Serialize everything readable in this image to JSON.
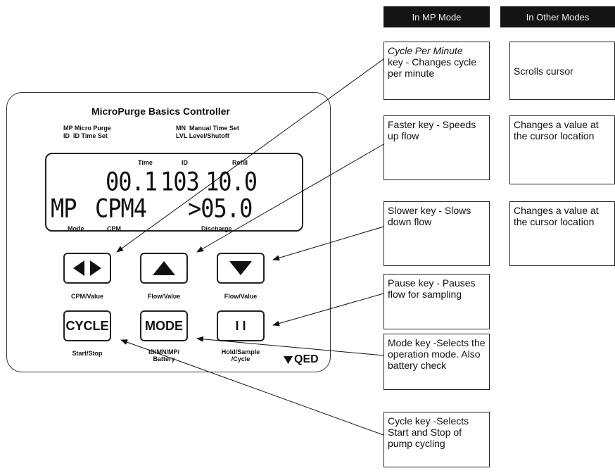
{
  "headers": {
    "mp_mode": "In MP Mode",
    "other_modes": "In Other Modes"
  },
  "controller": {
    "title": "MicroPurge Basics Controller",
    "legend": {
      "mp_abbr": "MP",
      "mp_text": "Micro Purge",
      "id_abbr": "ID",
      "id_text": "ID Time Set",
      "mn_abbr": "MN",
      "mn_text": "Manual Time Set",
      "lvl_abbr": "LVL",
      "lvl_text": "Level/Shutoff"
    },
    "display": {
      "label_time": "Time",
      "label_id": "ID",
      "label_refill": "Refill",
      "time_value": "00.1",
      "id_value": "103",
      "refill_value": "10.0",
      "mode_value": "MP",
      "cpm_value": "CPM4",
      "discharge_value": ">05.0",
      "label_mode": "Mode",
      "label_cpm": "CPM",
      "label_discharge": "Discharge"
    },
    "keys": {
      "cpm_label": "CPM/Value",
      "faster_label": "Flow/Value",
      "slower_label": "Flow/Value",
      "cycle_text": "CYCLE",
      "cycle_label": "Start/Stop",
      "mode_text": "MODE",
      "mode_label_1": "ID/MN/MP/",
      "mode_label_2": "Battery",
      "pause_text": "I I",
      "pause_label_1": "Hold/Sample",
      "pause_label_2": "/Cycle"
    },
    "logo": "QED"
  },
  "mp_callouts": {
    "cpm_lead": "Cycle Per Minute",
    "cpm_rest": "key - Changes cycle per minute",
    "faster": "Faster key - Speeds up flow",
    "slower": "Slower key - Slows down flow",
    "pause": "Pause key - Pauses flow for sampling",
    "mode": "Mode key -Selects the  operation mode. Also battery check",
    "cycle": "Cycle key -Selects Start and Stop of pump cycling"
  },
  "other_callouts": {
    "cpm": "Scrolls cursor",
    "faster": "Changes a value at the cursor location",
    "slower": "Changes a value at the cursor location"
  },
  "icons": {
    "left_right": "left-right-arrows-icon",
    "up": "up-triangle-icon",
    "down": "down-triangle-icon",
    "logo_mark": "down-triangle-icon"
  }
}
